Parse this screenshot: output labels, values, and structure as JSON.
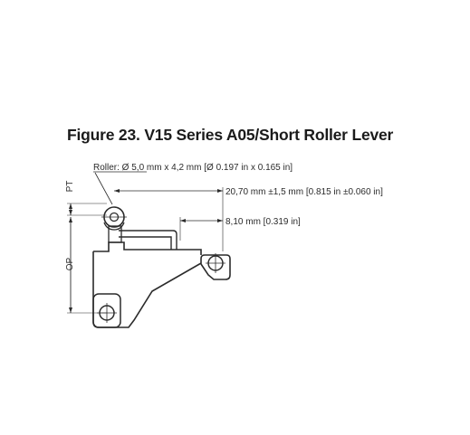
{
  "figure": {
    "title": "Figure 23. V15 Series A05/Short Roller Lever"
  },
  "annotations": {
    "roller": "Roller: Ø 5,0 mm x 4,2 mm [Ø 0.197 in x 0.165 in]",
    "dimension_long": "20,70 mm ±1,5 mm [0.815 in ±0.060 in]",
    "dimension_short": "8,10 mm [0.319 in]",
    "pt_label": "PT",
    "op_label": "OP"
  },
  "colors": {
    "line": "#2b2b2b",
    "title": "#1b1b1b",
    "background": "#ffffff"
  }
}
